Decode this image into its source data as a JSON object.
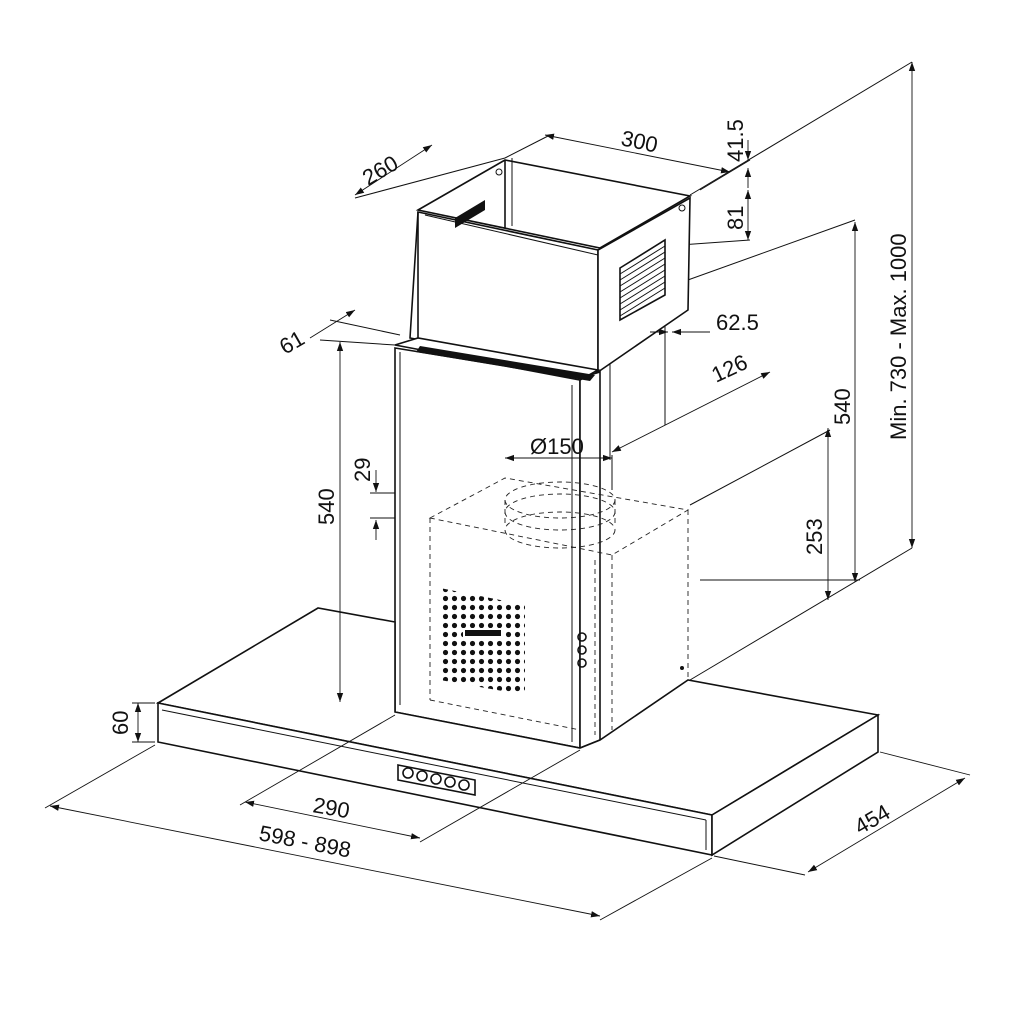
{
  "dimensions": {
    "chimney_depth": "260",
    "chimney_width": "300",
    "top_offset": "41.5",
    "bracket_height": "81",
    "bracket_offset": "61",
    "side_offset": "62.5",
    "wall_offset": "126",
    "duct_diameter": "Ø150",
    "collar_height": "29",
    "chimney_height_left": "540",
    "chimney_height_right": "540",
    "outlet_height": "253",
    "total_height": "Min. 730 - Max. 1000",
    "canopy_thickness": "60",
    "chimney_front_width": "290",
    "hood_width": "598 - 898",
    "hood_depth": "454"
  }
}
